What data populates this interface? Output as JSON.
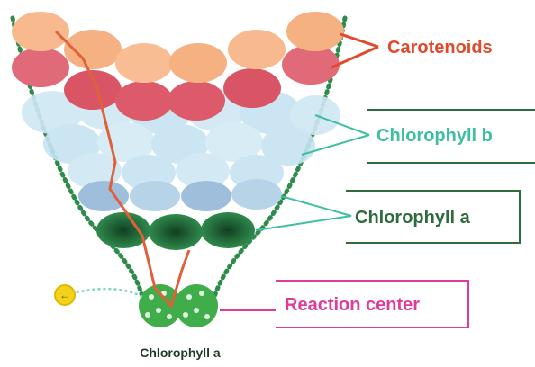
{
  "labels": {
    "carotenoids": "Carotenoids",
    "chlorophyll_b": "Chlorophyll b",
    "chlorophyll_a": "Chlorophyll a",
    "reaction_center": "Reaction center",
    "bottom_chlorophyll_a": "Chlorophyll a"
  },
  "colors": {
    "carotenoid_peach": "#f6b183",
    "carotenoid_red": "#dc5a6a",
    "chlorophyll_b_blue": "#bfe2f2",
    "chlorophyll_b_blue_dark": "#93b8d6",
    "chlorophyll_a_green": "#2e7f47",
    "reaction_center_green": "#3fae4a",
    "label_carotenoids": "#e04a2a",
    "label_chlorophyll_b": "#3fbf9f",
    "label_chlorophyll_a": "#2f6b3f",
    "label_reaction_center": "#e03a9a",
    "energy_path": "#e0603a",
    "funnel_dots": "#2e8b4b",
    "electron": "#f2d21b"
  },
  "icons": {
    "electron": "electron-icon"
  }
}
